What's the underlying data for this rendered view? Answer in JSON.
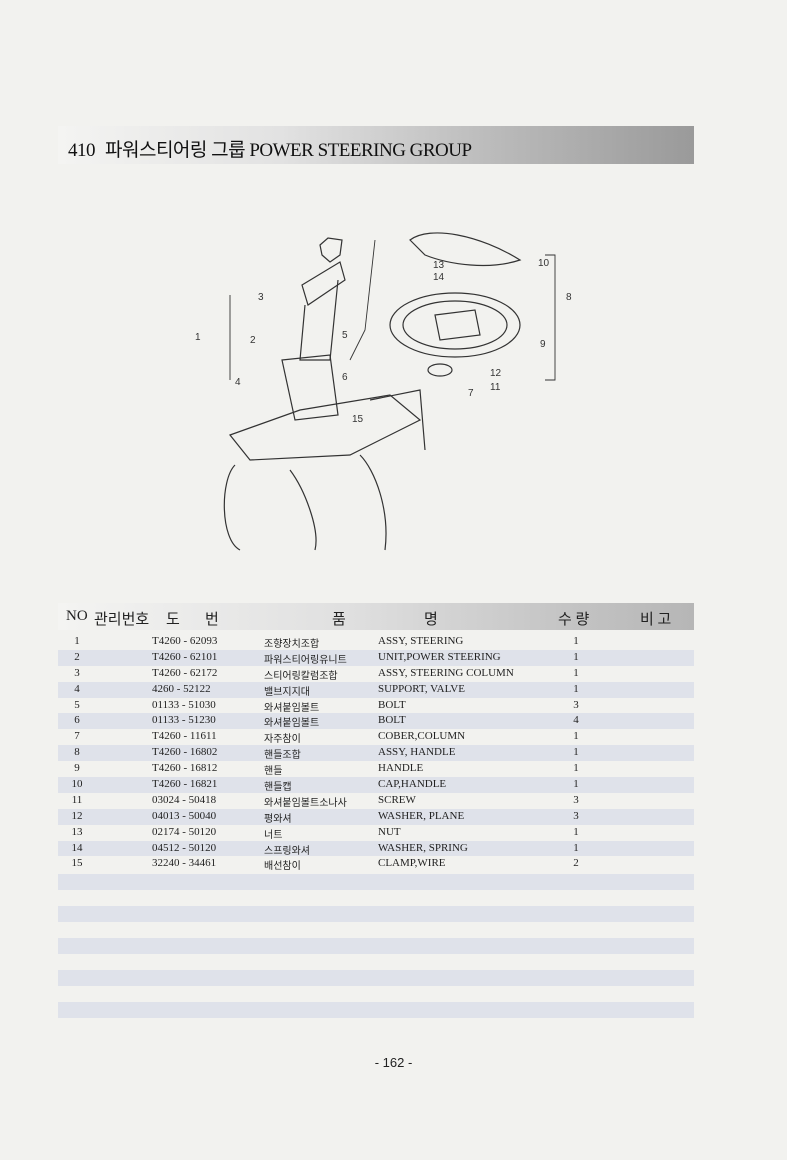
{
  "header": {
    "number": "410",
    "title": "파워스티어링 그룹 POWER STEERING GROUP"
  },
  "diagram": {
    "callouts": [
      "1",
      "2",
      "3",
      "4",
      "5",
      "6",
      "7",
      "8",
      "9",
      "10",
      "11",
      "12",
      "13",
      "14",
      "15"
    ]
  },
  "table": {
    "headers": {
      "no": "NO",
      "mgmt": "관리번호",
      "drawing_a": "도",
      "drawing_b": "번",
      "name_a": "품",
      "name_b": "명",
      "qty": "수 량",
      "remarks": "비 고"
    },
    "rows": [
      {
        "no": "1",
        "code": "T4260 - 62093",
        "kr": "조향장치조합",
        "en": "ASSY, STEERING",
        "qty": "1"
      },
      {
        "no": "2",
        "code": "T4260 - 62101",
        "kr": "파워스티어링유니트",
        "en": "UNIT,POWER STEERING",
        "qty": "1"
      },
      {
        "no": "3",
        "code": "T4260 - 62172",
        "kr": "스티어링칼럼조합",
        "en": "ASSY, STEERING COLUMN",
        "qty": "1"
      },
      {
        "no": "4",
        "code": "4260 - 52122",
        "kr": "밸브지지대",
        "en": "SUPPORT, VALVE",
        "qty": "1"
      },
      {
        "no": "5",
        "code": "01133 - 51030",
        "kr": "와셔붙임볼트",
        "en": "BOLT",
        "qty": "3"
      },
      {
        "no": "6",
        "code": "01133 - 51230",
        "kr": "와셔붙임볼트",
        "en": "BOLT",
        "qty": "4"
      },
      {
        "no": "7",
        "code": "T4260 - 11611",
        "kr": "자주참이",
        "en": "COBER,COLUMN",
        "qty": "1"
      },
      {
        "no": "8",
        "code": "T4260 - 16802",
        "kr": "핸들조합",
        "en": "ASSY, HANDLE",
        "qty": "1"
      },
      {
        "no": "9",
        "code": "T4260 - 16812",
        "kr": "핸들",
        "en": "HANDLE",
        "qty": "1"
      },
      {
        "no": "10",
        "code": "T4260 - 16821",
        "kr": "핸들캡",
        "en": "CAP,HANDLE",
        "qty": "1"
      },
      {
        "no": "11",
        "code": "03024 - 50418",
        "kr": "와셔붙임볼트소나사",
        "en": "SCREW",
        "qty": "3"
      },
      {
        "no": "12",
        "code": "04013 - 50040",
        "kr": "평와셔",
        "en": "WASHER, PLANE",
        "qty": "3"
      },
      {
        "no": "13",
        "code": "02174 - 50120",
        "kr": "너트",
        "en": "NUT",
        "qty": "1"
      },
      {
        "no": "14",
        "code": "04512 - 50120",
        "kr": "스프링와셔",
        "en": "WASHER, SPRING",
        "qty": "1"
      },
      {
        "no": "15",
        "code": "32240 - 34461",
        "kr": "배선참이",
        "en": "CLAMP,WIRE",
        "qty": "2"
      }
    ]
  },
  "footer": {
    "page": "- 162 -"
  }
}
